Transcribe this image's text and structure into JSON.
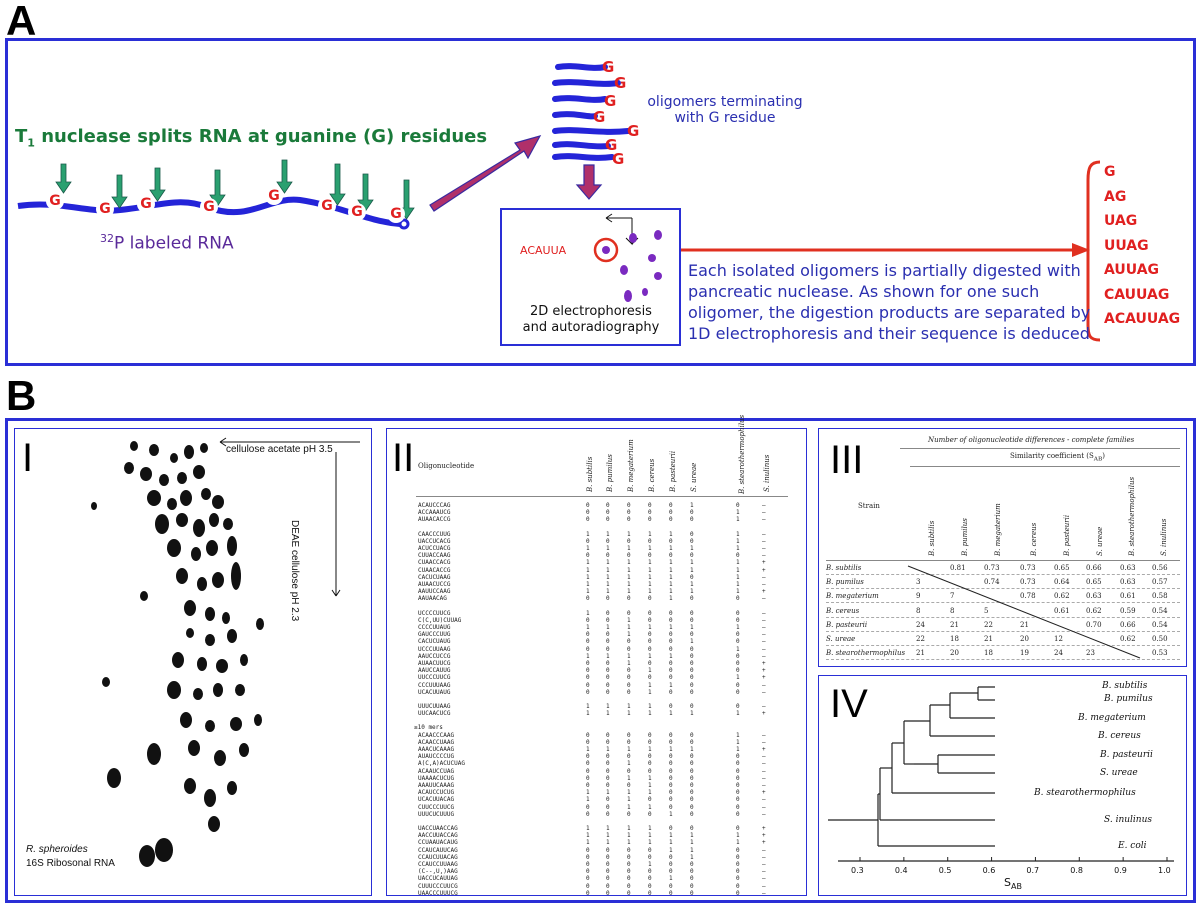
{
  "panel_a": {
    "letter": "A",
    "t1_main": "T",
    "t1_sub": "1",
    "t1_rest": " nuclease splits RNA at guanine (G) residues",
    "label_sup": "32",
    "label_rest": "P labeled RNA",
    "g": "G",
    "oligomer_label_line1": "oligomers terminating",
    "oligomer_label_line2": "with G residue",
    "acauua": "ACAUUA",
    "electro_line1": "2D electrophoresis",
    "electro_line2": "and autoradiography",
    "desc_lines": [
      "Each isolated oligomers is partially digested with",
      "pancreatic nuclease. As shown for one such",
      "oligomer, the digestion products are separated by",
      "1D electrophoresis and their sequence is deduced"
    ],
    "seq_black": [
      "",
      "A",
      "UA",
      "UUA",
      "AUUA",
      "CAUUA",
      "ACAUUA"
    ],
    "seq_g": "G"
  },
  "panel_b": {
    "letter": "B",
    "roman": [
      "I",
      "II",
      "III",
      "IV"
    ],
    "panel1": {
      "acetate": "cellulose acetate pH 3.5",
      "deae": "DEAE cellulose pH 2.3",
      "organism": "R. spheroides",
      "rna": "16S Ribosonal RNA"
    },
    "panel2": {
      "header": "Oligonucleotide",
      "species": [
        "B. subtilis",
        "B. pumilus",
        "B. megaterium",
        "B. cereus",
        "B. pasteurii",
        "S. ureae",
        "B. stearothermophilus",
        "S. inulinus"
      ],
      "groups": [
        [
          [
            "ACAUCCCAG",
            "0 0 0 0 0 1 0 –"
          ],
          [
            "ACCAAAUCG",
            "0 0 0 0 0 0 1 –"
          ],
          [
            "AUAACACCG",
            "0 0 0 0 0 0 1 –"
          ]
        ],
        [
          [
            "CAACCCUUG",
            "1 1 1 1 1 0 1 –"
          ],
          [
            "UACCUCACG",
            "0 0 0 0 0 0 1 –"
          ],
          [
            "ACUCCUACG",
            "1 1 1 1 1 1 1 –"
          ],
          [
            "CUUACCAAG",
            "0 0 0 0 0 0 0 –"
          ],
          [
            "CUAACCACG",
            "1 1 1 1 1 1 1 +"
          ],
          [
            "CUAACACCG",
            "1 1 1 1 1 1 1 +"
          ],
          [
            "CACUCUAAG",
            "1 1 1 1 1 0 1 –"
          ],
          [
            "AUAACUCCG",
            "1 1 1 1 1 1 1 –"
          ],
          [
            "AAUUCCAAG",
            "1 1 1 1 1 1 1 +"
          ],
          [
            "AAUAACAG",
            "0 0 0 0 1 0 0 –"
          ]
        ],
        [
          [
            "UCCCCUUCG",
            "1 0 0 0 0 0 0 –"
          ],
          [
            "C(C,UU)CUUAG",
            "0 0 1 0 0 0 0 –"
          ],
          [
            "CCCCUUAUG",
            "1 1 1 1 1 1 1 –"
          ],
          [
            "GAUCCCUUG",
            "0 0 1 0 0 0 0 –"
          ],
          [
            "CACUCUAUG",
            "0 0 0 0 0 1 0 –"
          ],
          [
            "UCCCUUAAG",
            "0 0 0 0 0 0 1 –"
          ],
          [
            "AAUCCUCCG",
            "1 1 1 1 1 0 0 –"
          ],
          [
            "AUAACUUCG",
            "0 0 1 0 0 0 0 +"
          ],
          [
            "AAUCCAUUG",
            "0 0 0 1 0 0 0 +"
          ],
          [
            "UUCCCUUCG",
            "0 0 0 0 0 0 1 +"
          ],
          [
            "CCCUUUAAG",
            "0 0 0 1 1 0 0 –"
          ],
          [
            "UCACUUAUG",
            "0 0 0 1 0 0 0 –"
          ]
        ],
        [
          [
            "UUUCUUAAG",
            "1 1 1 1 0 0 0 –"
          ],
          [
            "UUCAACUCG",
            "1 1 1 1 1 1 1 +"
          ]
        ],
        [
          [
            "≥10 mers",
            "",
            true
          ],
          [
            "ACAACCCAAG",
            "0 0 0 0 0 0 1 –"
          ],
          [
            "ACAACCUAAG",
            "0 0 0 0 0 0 1 –"
          ],
          [
            "AAACUCAAAG",
            "1 1 1 1 1 1 1 +"
          ],
          [
            "AUAUCCCCUG",
            "0 0 0 0 0 0 0 –"
          ],
          [
            "A(C,A)ACUCUAG",
            "0 0 1 0 0 0 0 –"
          ],
          [
            "ACAAUCCUAG",
            "0 0 0 0 0 0 0 –"
          ],
          [
            "UAAAACUCUG",
            "0 0 1 1 0 0 0 –"
          ],
          [
            "AAAUUCAAAG",
            "0 0 0 1 0 0 0 –"
          ],
          [
            "ACAUCCUCUG",
            "1 1 1 1 0 0 0 +"
          ],
          [
            "UCACUUACAG",
            "1 0 1 0 0 0 0 –"
          ],
          [
            "CUUCCCUUCG",
            "0 0 1 1 0 0 0 –"
          ],
          [
            "UUUCUCUUUG",
            "0 0 0 0 1 0 0 –"
          ]
        ],
        [
          [
            "UACCUAACCAG",
            "1 1 1 1 0 0 0 +"
          ],
          [
            "AACCUUACCAG",
            "1 1 1 1 1 1 1 +"
          ],
          [
            "CCUAAUACAUG",
            "1 1 1 1 1 1 1 +"
          ],
          [
            "CCAUCAUUCAG",
            "0 0 0 0 1 1 0 –"
          ],
          [
            "CCAUCUUACAG",
            "0 0 0 0 0 1 0 –"
          ],
          [
            "CCAUCCUUAAG",
            "0 0 0 1 0 0 0 –"
          ],
          [
            "(C--,U,)AAG",
            "0 0 0 0 0 0 0 –"
          ],
          [
            "UACCUCAUUAG",
            "0 0 0 0 1 0 0 –"
          ],
          [
            "CUUUCCCUUCG",
            "0 0 0 0 0 0 0 –"
          ],
          [
            "UAACCCUUUCG",
            "0 0 0 0 0 0 0 –"
          ]
        ]
      ]
    },
    "panel3": {
      "title": "Number of oligonucleotide differences - complete families",
      "subtitle": "Similarity coefficient (S",
      "sub_ab": "AB",
      "strain": "Strain",
      "cols": [
        "B. subtilis",
        "B. pumilus",
        "B. megaterium",
        "B. cereus",
        "B. pasteurii",
        "S. ureae",
        "B. stearothermophilus",
        "S. inulinus"
      ],
      "rows": [
        [
          "B. subtilis",
          "",
          "0.81",
          "0.73",
          "0.73",
          "0.65",
          "0.66",
          "0.63",
          "0.56"
        ],
        [
          "B. pumilus",
          "3",
          "",
          "0.74",
          "0.73",
          "0.64",
          "0.65",
          "0.63",
          "0.57"
        ],
        [
          "B. megaterium",
          "9",
          "7",
          "",
          "0.78",
          "0.62",
          "0.63",
          "0.61",
          "0.58"
        ],
        [
          "B. cereus",
          "8",
          "8",
          "5",
          "",
          "0.61",
          "0.62",
          "0.59",
          "0.54"
        ],
        [
          "B. pasteurii",
          "24",
          "21",
          "22",
          "21",
          "",
          "0.70",
          "0.66",
          "0.54"
        ],
        [
          "S. ureae",
          "22",
          "18",
          "21",
          "20",
          "12",
          "",
          "0.62",
          "0.50"
        ],
        [
          "B. stearothermophilus",
          "21",
          "20",
          "18",
          "19",
          "24",
          "23",
          "",
          "0.53"
        ]
      ]
    },
    "panel4": {
      "taxa": [
        "B. subtilis",
        "B. pumilus",
        "B. megaterium",
        "B. cereus",
        "B. pasteurii",
        "S. ureae",
        "B. stearothermophilus",
        "S. inulinus",
        "E. coli"
      ],
      "ticks": [
        "0.3",
        "0.4",
        "0.5",
        "0.6",
        "0.7",
        "0.8",
        "0.9",
        "1.0"
      ],
      "axis_label": "S",
      "axis_sub": "AB"
    }
  }
}
